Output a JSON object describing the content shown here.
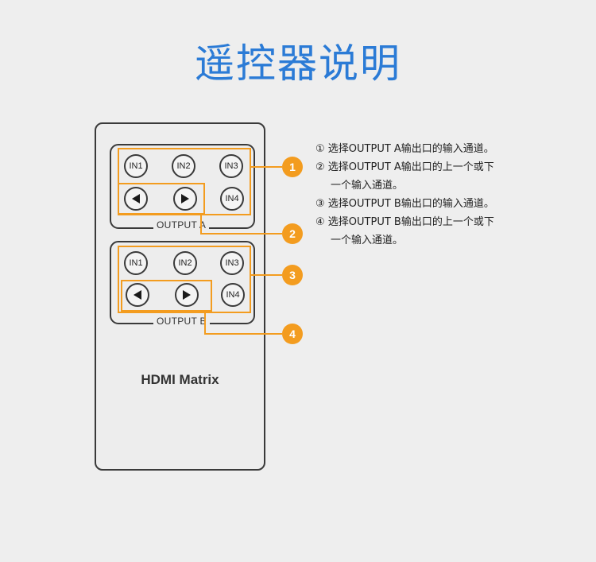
{
  "title": "遥控器说明",
  "remote": {
    "output_a_label": "OUTPUT A",
    "output_b_label": "OUTPUT B",
    "brand": "HDMI Matrix",
    "buttons": {
      "in1": "IN1",
      "in2": "IN2",
      "in3": "IN3",
      "in4": "IN4"
    }
  },
  "callouts": [
    "1",
    "2",
    "3",
    "4"
  ],
  "instructions": [
    {
      "marker": "①",
      "text": "选择OUTPUT A输出口的输入通道。",
      "cont": ""
    },
    {
      "marker": "②",
      "text": "选择OUTPUT A输出口的上一个或下",
      "cont": "一个输入通道。"
    },
    {
      "marker": "③",
      "text": "选择OUTPUT B输出口的输入通道。",
      "cont": ""
    },
    {
      "marker": "④",
      "text": "选择OUTPUT B输出口的上一个或下",
      "cont": "一个输入通道。"
    }
  ],
  "colors": {
    "title": "#2b7bd6",
    "accent": "#f39c1f",
    "outline": "#3a3a3a",
    "background": "#eeeeee"
  }
}
